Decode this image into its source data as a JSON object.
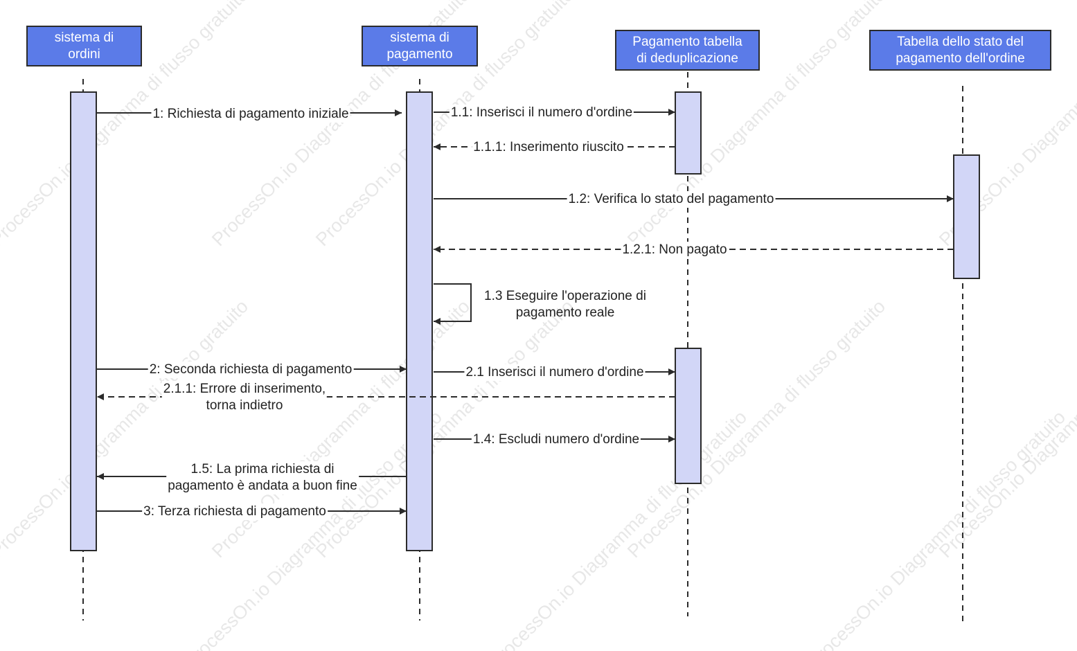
{
  "participants": [
    {
      "id": "ordini",
      "label": "sistema di\nordini"
    },
    {
      "id": "pagamento",
      "label": "sistema di\npagamento"
    },
    {
      "id": "dedup",
      "label": "Pagamento tabella\ndi deduplicazione"
    },
    {
      "id": "stato",
      "label": "Tabella dello stato del\npagamento dell'ordine"
    }
  ],
  "messages": [
    {
      "id": "m1",
      "label": "1: Richiesta di pagamento iniziale",
      "from": "ordini",
      "to": "pagamento",
      "style": "solid"
    },
    {
      "id": "m1-1",
      "label": "1.1: Inserisci il numero d'ordine",
      "from": "pagamento",
      "to": "dedup",
      "style": "solid"
    },
    {
      "id": "m1-1-1",
      "label": "1.1.1:  Inserimento riuscito",
      "from": "dedup",
      "to": "pagamento",
      "style": "dashed"
    },
    {
      "id": "m1-2",
      "label": "1.2: Verifica lo stato del pagamento",
      "from": "pagamento",
      "to": "stato",
      "style": "solid"
    },
    {
      "id": "m1-2-1",
      "label": "1.2.1: Non pagato",
      "from": "stato",
      "to": "pagamento",
      "style": "dashed"
    },
    {
      "id": "m1-3",
      "label": "1.3 Eseguire l'operazione di\npagamento reale",
      "from": "pagamento",
      "to": "pagamento",
      "style": "self"
    },
    {
      "id": "m2",
      "label": "2: Seconda richiesta di pagamento",
      "from": "ordini",
      "to": "pagamento",
      "style": "solid"
    },
    {
      "id": "m2-1",
      "label": "2.1 Inserisci il numero d'ordine",
      "from": "pagamento",
      "to": "dedup",
      "style": "solid"
    },
    {
      "id": "m2-1-1",
      "label": "2.1.1: Errore di inserimento,\ntorna indietro",
      "from": "dedup",
      "to": "ordini",
      "style": "dashed"
    },
    {
      "id": "m1-4",
      "label": "1.4: Escludi numero d'ordine",
      "from": "pagamento",
      "to": "dedup",
      "style": "solid"
    },
    {
      "id": "m1-5",
      "label": "1.5: La prima richiesta di\npagamento è andata a buon fine",
      "from": "pagamento",
      "to": "ordini",
      "style": "solid"
    },
    {
      "id": "m3",
      "label": "3: Terza richiesta di pagamento",
      "from": "ordini",
      "to": "pagamento",
      "style": "solid"
    }
  ],
  "watermark": "ProcessOn.io Diagramma di flusso gratuito",
  "colors": {
    "participant_fill": "#5b7be8",
    "activation_fill": "#d2d6f7",
    "line": "#2b2b2b",
    "text": "#222222"
  }
}
